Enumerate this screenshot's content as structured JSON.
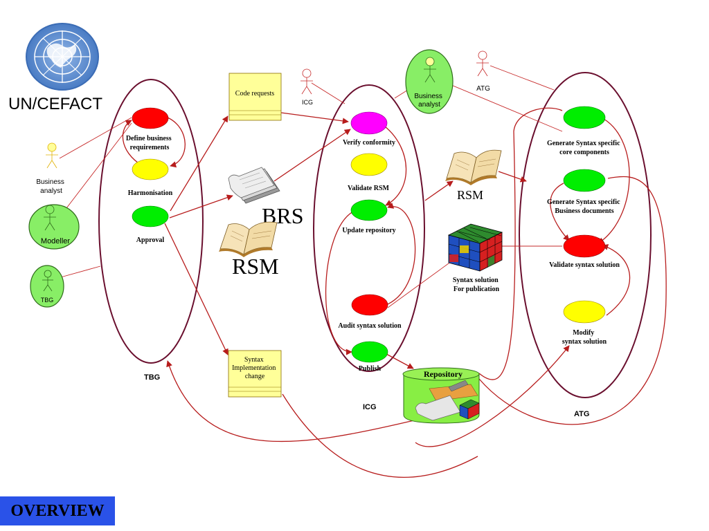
{
  "org": "UN/CEFACT",
  "overview_label": "OVERVIEW",
  "actors": {
    "business_analyst_left": "Business analyst",
    "modeller": "Modeller",
    "tbg_actor": "TBG",
    "icg_actor": "ICG",
    "business_analyst_top": "Business analyst",
    "atg_actor": "ATG"
  },
  "groups": {
    "tbg": "TBG",
    "icg": "ICG",
    "atg": "ATG"
  },
  "tbg_steps": {
    "define": "Define business requirements",
    "harmonisation": "Harmonisation",
    "approval": "Approval"
  },
  "icg_steps": {
    "verify": "Verify conformity",
    "validate_rsm": "Validate RSM",
    "update_repo": "Update repository",
    "audit": "Audit syntax solution",
    "publish": "Publish"
  },
  "atg_steps": {
    "generate_core": "Generate Syntax specific core components",
    "generate_business": "Generate Syntax specific Business documents",
    "validate_syntax": "Validate syntax solution",
    "modify": "Modify syntax solution"
  },
  "artifacts": {
    "code_requests": "Code requests",
    "syntax_change": "Syntax Implementation change",
    "brs": "BRS",
    "rsm_left": "RSM",
    "rsm_right": "RSM",
    "syntax_solution": "Syntax solution For publication",
    "repository": "Repository"
  },
  "colors": {
    "red": "#ff0000",
    "yellow": "#ffff00",
    "green": "#00ee00",
    "magenta": "#ff00ff",
    "note": "#ffff99",
    "overview_bg": "#2a52e8"
  }
}
